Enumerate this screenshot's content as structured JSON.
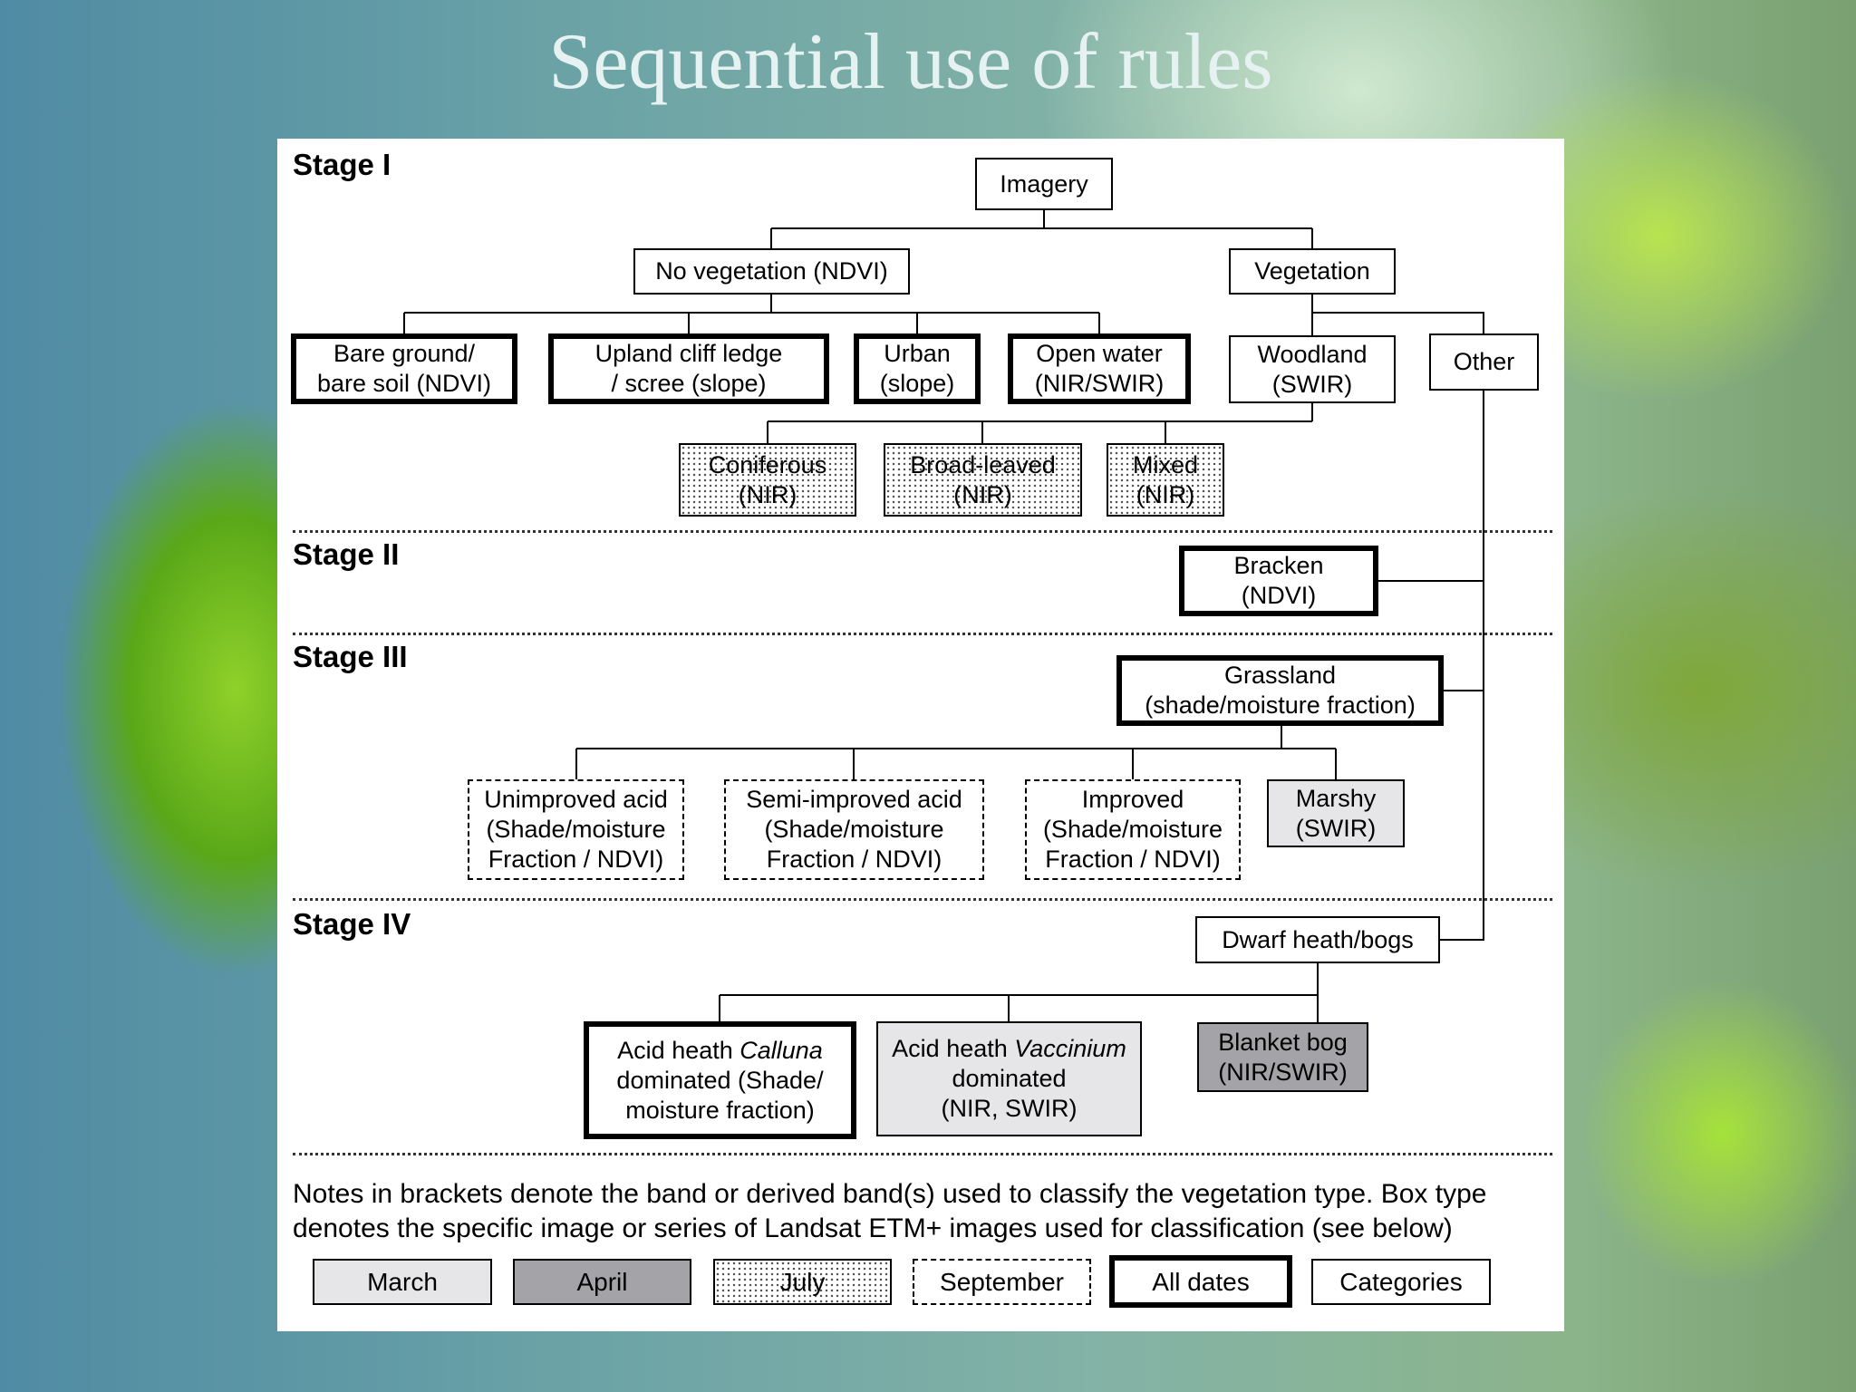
{
  "title": "Sequential use of rules",
  "stages": [
    "Stage I",
    "Stage II",
    "Stage III",
    "Stage IV"
  ],
  "nodes": {
    "imagery": [
      "Imagery"
    ],
    "no_vegetation": [
      "No vegetation (NDVI)"
    ],
    "vegetation": [
      "Vegetation"
    ],
    "bare_ground": [
      "Bare ground/",
      "bare soil (NDVI)"
    ],
    "upland_cliff": [
      "Upland cliff ledge",
      "/ scree (slope)"
    ],
    "urban": [
      "Urban",
      "(slope)"
    ],
    "open_water": [
      "Open water",
      "(NIR/SWIR)"
    ],
    "woodland": [
      "Woodland",
      "(SWIR)"
    ],
    "other": [
      "Other"
    ],
    "coniferous": [
      "Coniferous",
      "(NIR)"
    ],
    "broad_leaved": [
      "Broad-leaved",
      "(NIR)"
    ],
    "mixed": [
      "Mixed",
      "(NIR)"
    ],
    "bracken": [
      "Bracken",
      "(NDVI)"
    ],
    "grassland": [
      "Grassland",
      "(shade/moisture fraction)"
    ],
    "unimproved_acid": [
      "Unimproved acid",
      "(Shade/moisture",
      "Fraction / NDVI)"
    ],
    "semi_improved_acid": [
      "Semi-improved acid",
      "(Shade/moisture",
      "Fraction / NDVI)"
    ],
    "improved": [
      "Improved",
      "(Shade/moisture",
      "Fraction / NDVI)"
    ],
    "marshy": [
      "Marshy",
      "(SWIR)"
    ],
    "dwarf_heath": [
      "Dwarf heath/bogs"
    ],
    "acid_heath_calluna": {
      "l1_pre": "Acid heath ",
      "l1_em": "Calluna",
      "l2": "dominated (Shade/",
      "l3": "moisture fraction)"
    },
    "acid_heath_vaccinium": {
      "l1_pre": "Acid heath ",
      "l1_em": "Vaccinium",
      "l2": "dominated",
      "l3": "(NIR, SWIR)"
    },
    "blanket_bog": [
      "Blanket bog",
      "(NIR/SWIR)"
    ]
  },
  "notes": [
    "Notes in brackets denote the band or derived band(s) used to classify the vegetation type. Box type",
    "denotes the specific image or series of Landsat ETM+ images used for classification (see below)"
  ],
  "legend": [
    "March",
    "April",
    "July",
    "September",
    "All dates",
    "Categories"
  ],
  "colors": {
    "march_fill": "#e6e6e9",
    "april_fill": "#a4a4a8",
    "panel": "#ffffff"
  }
}
